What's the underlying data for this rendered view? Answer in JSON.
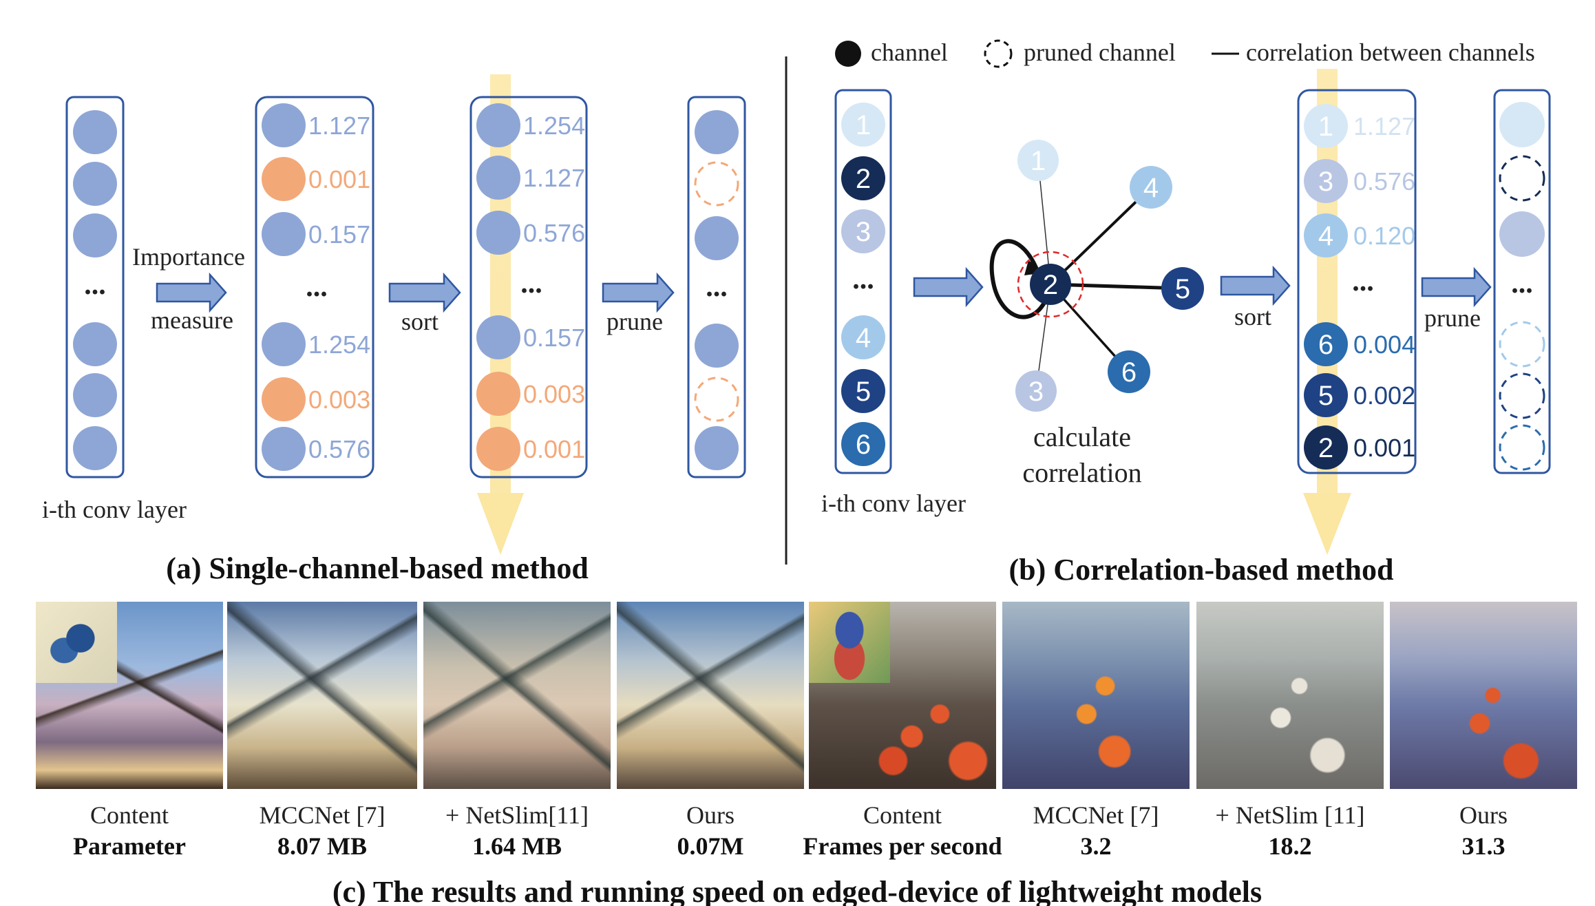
{
  "panel_a": {
    "caption": "(a) Single-channel-based method",
    "layer_label": "i-th conv layer",
    "importance_label": "Importance",
    "measure_label": "measure",
    "sort_label": "sort",
    "prune_label": "prune",
    "dots": "...",
    "scores": [
      {
        "value": "1.127",
        "kind": "kept"
      },
      {
        "value": "0.001",
        "kind": "pruned"
      },
      {
        "value": "0.157",
        "kind": "kept"
      },
      {
        "value": "1.254",
        "kind": "kept"
      },
      {
        "value": "0.003",
        "kind": "pruned"
      },
      {
        "value": "0.576",
        "kind": "kept"
      }
    ],
    "sorted_scores": [
      {
        "value": "1.254",
        "kind": "kept"
      },
      {
        "value": "1.127",
        "kind": "kept"
      },
      {
        "value": "0.576",
        "kind": "kept"
      },
      {
        "value": "0.157",
        "kind": "kept"
      },
      {
        "value": "0.003",
        "kind": "pruned"
      },
      {
        "value": "0.001",
        "kind": "pruned"
      }
    ]
  },
  "panel_b": {
    "caption": "(b) Correlation-based method",
    "layer_label": "i-th conv layer",
    "calculate_label": "calculate",
    "correlation_label": "correlation",
    "sort_label": "sort",
    "prune_label": "prune",
    "dots": "...",
    "legend": {
      "channel": "channel",
      "pruned_channel": "pruned channel",
      "correlation": "correlation between channels"
    },
    "channels": [
      "1",
      "2",
      "3",
      "4",
      "5",
      "6"
    ],
    "graph_nodes": [
      "2",
      "1",
      "4",
      "5",
      "6",
      "3"
    ],
    "sorted": [
      {
        "id": "1",
        "value": "1.127"
      },
      {
        "id": "3",
        "value": "0.576"
      },
      {
        "id": "4",
        "value": "0.120"
      },
      {
        "id": "6",
        "value": "0.004"
      },
      {
        "id": "5",
        "value": "0.002"
      },
      {
        "id": "2",
        "value": "0.001"
      }
    ]
  },
  "panel_c": {
    "caption": "(c) The results and running speed on edged-device of lightweight models",
    "results": [
      {
        "name": "Content",
        "metric": "Parameter"
      },
      {
        "name": "MCCNet [7]",
        "metric": "8.07 MB"
      },
      {
        "name": "+ NetSlim[11]",
        "metric": "1.64 MB"
      },
      {
        "name": "Ours",
        "metric": "0.07M"
      },
      {
        "name": "Content",
        "metric": "Frames per second"
      },
      {
        "name": "MCCNet [7]",
        "metric": "3.2"
      },
      {
        "name": "+ NetSlim [11]",
        "metric": "18.2"
      },
      {
        "name": "Ours",
        "metric": "31.3"
      }
    ]
  },
  "colors": {
    "box": "#2f56a0",
    "channel": "#8ea6d6",
    "pruned": "#f3a878",
    "arrow_fill": "#8aa7d8",
    "sort_band": "#fbe6a2",
    "c1": "#d6e8f6",
    "c2": "#152c57",
    "c3": "#b8c6e4",
    "c4": "#a3c9ea",
    "c5": "#1e4284",
    "c6": "#2a6cae",
    "ring": "#e02828"
  }
}
